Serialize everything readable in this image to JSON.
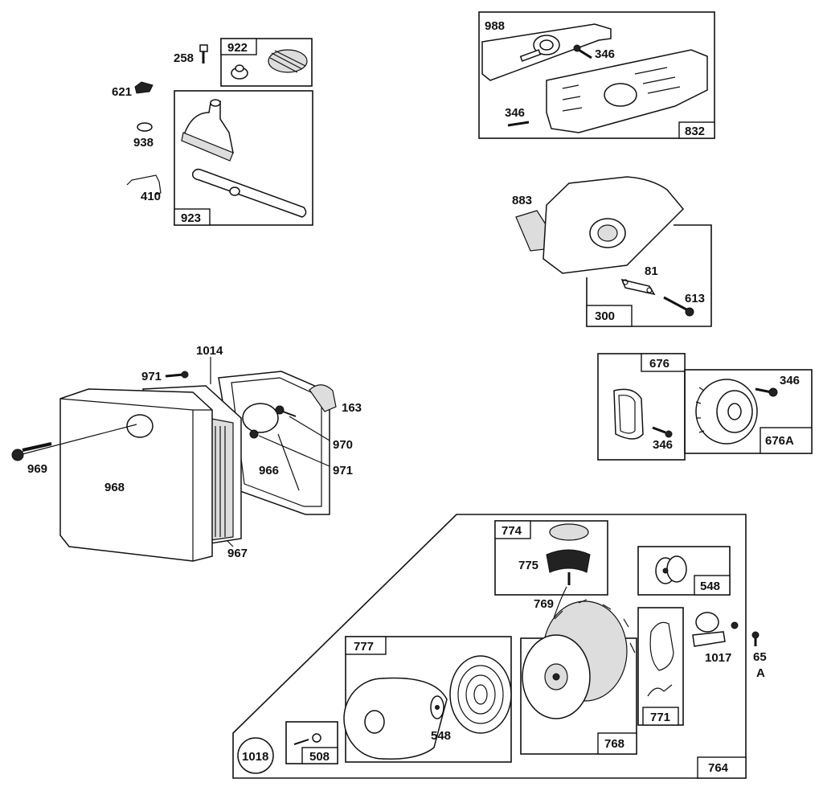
{
  "labels": {
    "l258": "258",
    "l922": "922",
    "l621": "621",
    "l938": "938",
    "l410": "410",
    "l923": "923",
    "l988": "988",
    "l346a": "346",
    "l346b": "346",
    "l832": "832",
    "l883": "883",
    "l81": "81",
    "l613": "613",
    "l300": "300",
    "l1014": "1014",
    "l971a": "971",
    "l163": "163",
    "l970": "970",
    "l971b": "971",
    "l969": "969",
    "l968": "968",
    "l966": "966",
    "l967": "967",
    "l676": "676",
    "l346c": "346",
    "l346d": "346",
    "l676a": "676A",
    "l774": "774",
    "l775": "775",
    "l769": "769",
    "l548a": "548",
    "l777": "777",
    "l548b": "548",
    "l768": "768",
    "l771": "771",
    "l1017": "1017",
    "l65": "65",
    "l65a": "A",
    "l1018": "1018",
    "l508": "508",
    "l764": "764"
  }
}
